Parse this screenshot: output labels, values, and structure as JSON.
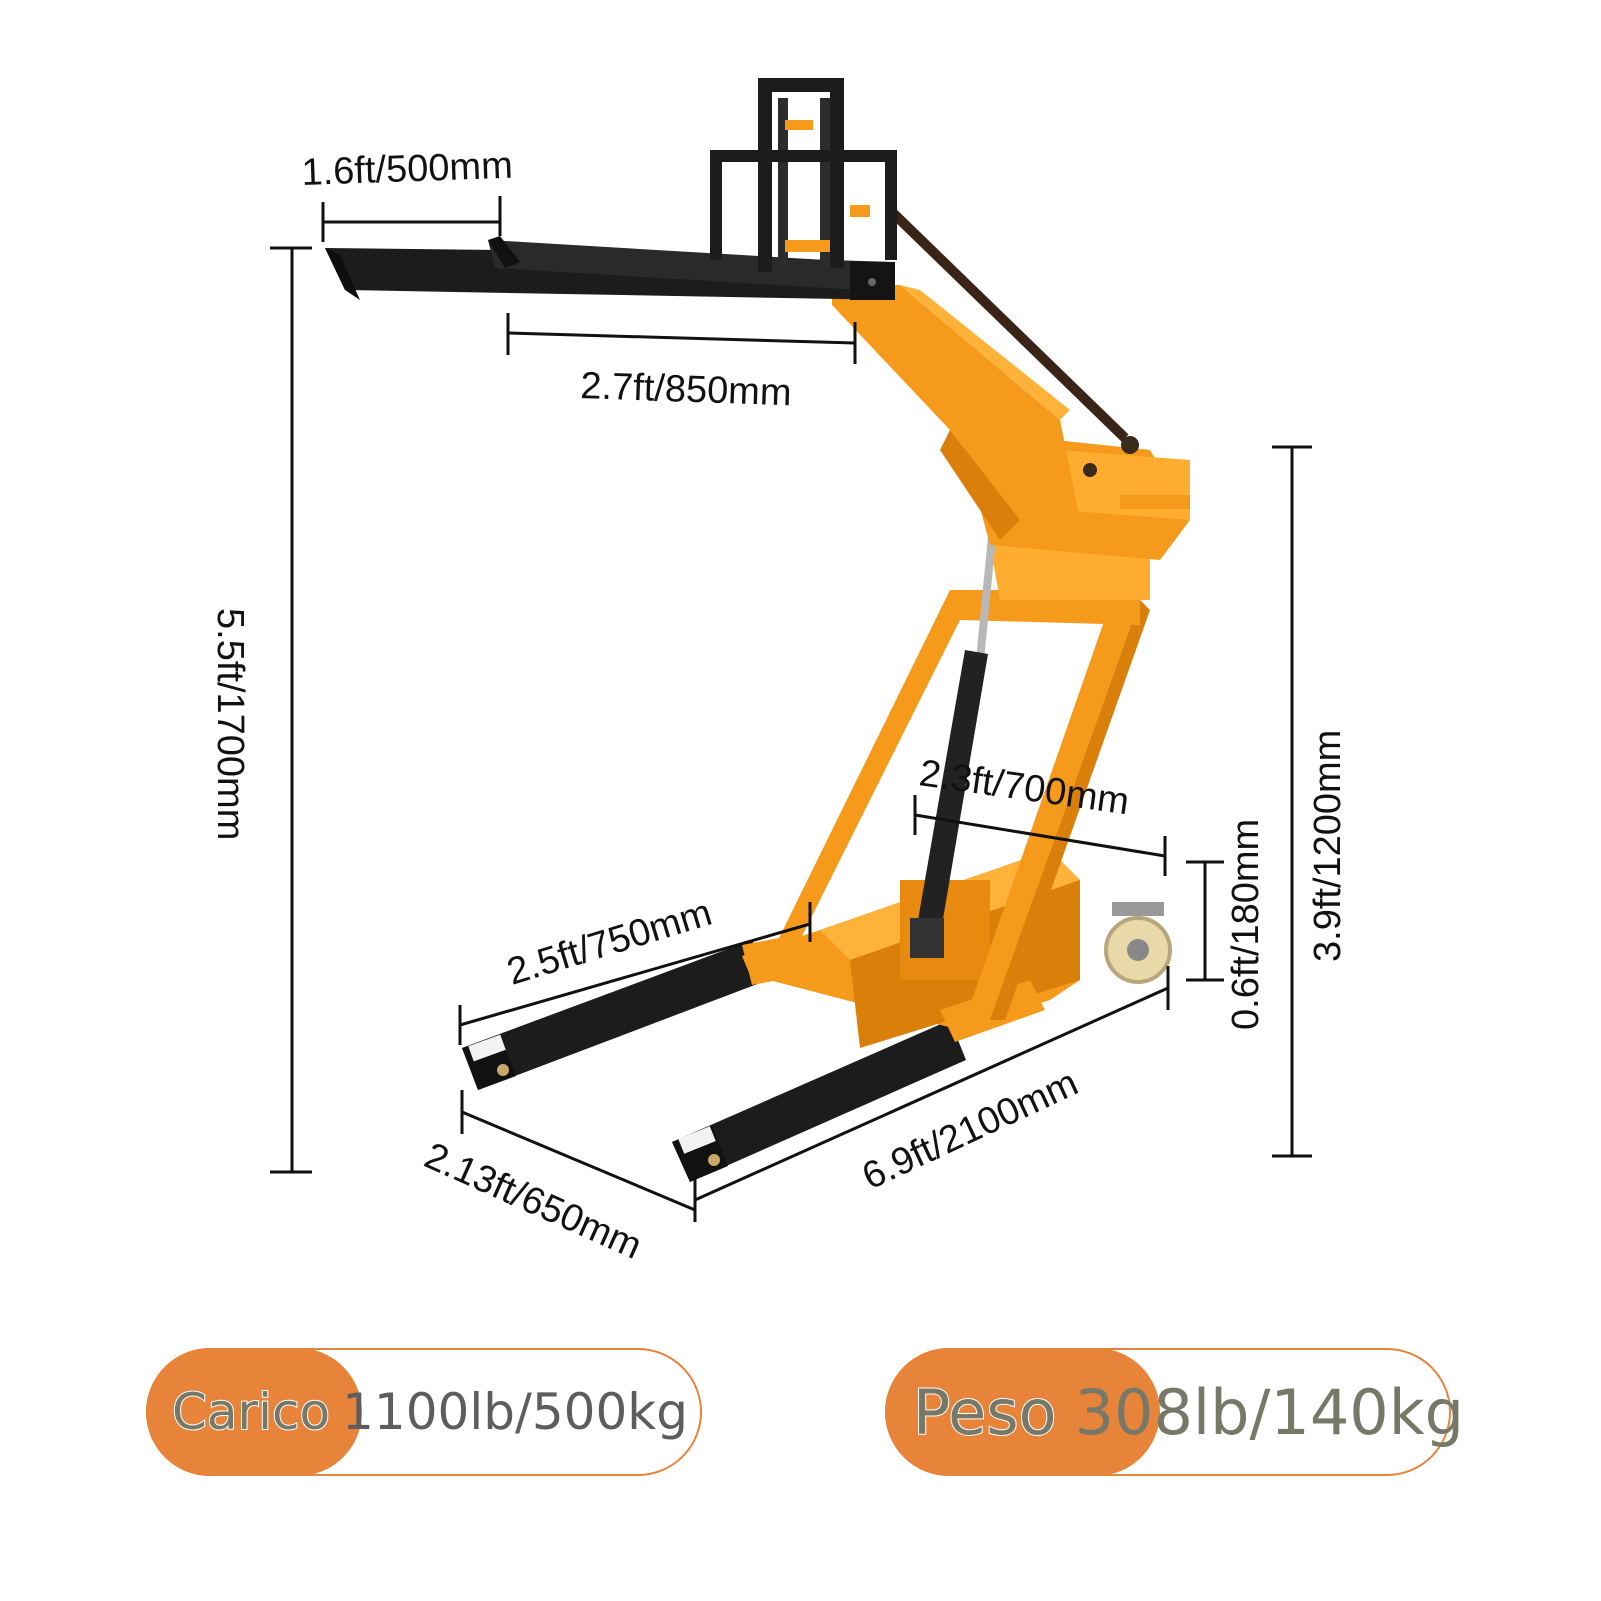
{
  "colors": {
    "frame_orange": "#f59a1b",
    "frame_orange_dark": "#d97f0a",
    "steel_black": "#1c1c1c",
    "pill_accent": "#e8833a",
    "dimension_line": "#111111"
  },
  "dimensions": {
    "fork_width": "1.6ft/500mm",
    "upper_fork_length": "2.7ft/850mm",
    "total_height": "5.5ft/1700mm",
    "lift_height": "3.9ft/1200mm",
    "base_inner_width": "2.3ft/700mm",
    "base_height": "0.6ft/180mm",
    "lower_fork_length": "2.5ft/750mm",
    "overall_length": "6.9ft/2100mm",
    "overall_width": "2.13ft/650mm"
  },
  "specs": {
    "load": {
      "label": "Carico",
      "value": "1100lb/500kg"
    },
    "weight": {
      "label": "Peso",
      "value": "308lb/140kg"
    }
  }
}
